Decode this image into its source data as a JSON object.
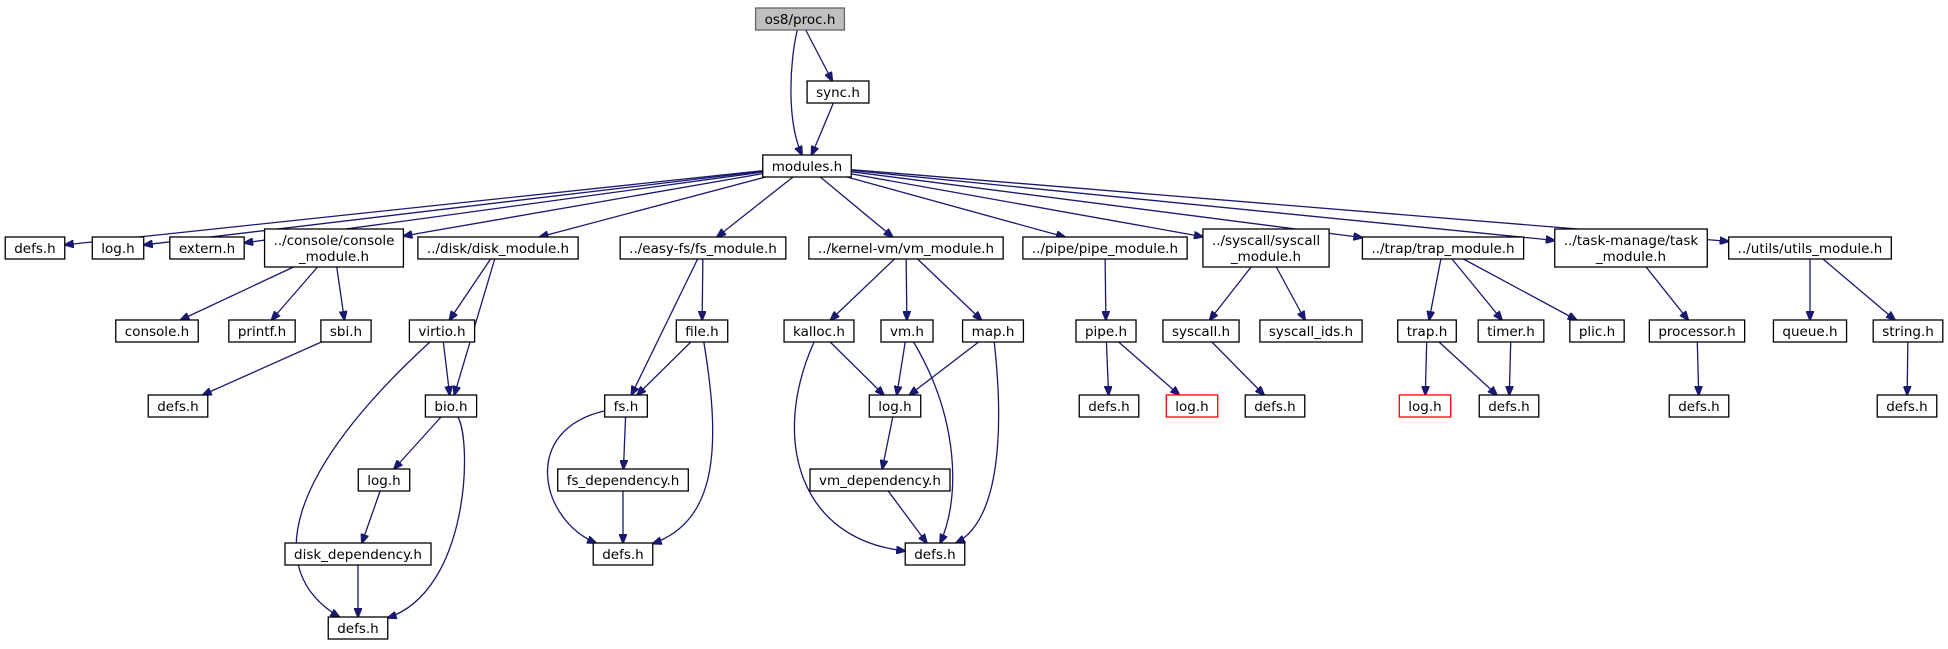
{
  "colors": {
    "edge": "#191970",
    "root_fill": "#bfbfbf",
    "missing_border": "#ff0000"
  },
  "nodes": [
    {
      "id": "proc",
      "lines": [
        "os8/proc.h"
      ],
      "style": "root"
    },
    {
      "id": "sync",
      "lines": [
        "sync.h"
      ]
    },
    {
      "id": "modules",
      "lines": [
        "modules.h"
      ]
    },
    {
      "id": "defs_a",
      "lines": [
        "defs.h"
      ]
    },
    {
      "id": "log_a",
      "lines": [
        "log.h"
      ]
    },
    {
      "id": "extern",
      "lines": [
        "extern.h"
      ]
    },
    {
      "id": "console_mod",
      "lines": [
        "../console/console",
        "_module.h"
      ]
    },
    {
      "id": "disk_mod",
      "lines": [
        "../disk/disk_module.h"
      ]
    },
    {
      "id": "fs_mod",
      "lines": [
        "../easy-fs/fs_module.h"
      ]
    },
    {
      "id": "vm_mod",
      "lines": [
        "../kernel-vm/vm_module.h"
      ]
    },
    {
      "id": "pipe_mod",
      "lines": [
        "../pipe/pipe_module.h"
      ]
    },
    {
      "id": "syscall_mod",
      "lines": [
        "../syscall/syscall",
        "_module.h"
      ]
    },
    {
      "id": "trap_mod",
      "lines": [
        "../trap/trap_module.h"
      ]
    },
    {
      "id": "task_mod",
      "lines": [
        "../task-manage/task",
        "_module.h"
      ]
    },
    {
      "id": "utils_mod",
      "lines": [
        "../utils/utils_module.h"
      ]
    },
    {
      "id": "console",
      "lines": [
        "console.h"
      ]
    },
    {
      "id": "printf",
      "lines": [
        "printf.h"
      ]
    },
    {
      "id": "sbi",
      "lines": [
        "sbi.h"
      ]
    },
    {
      "id": "defs_sbi",
      "lines": [
        "defs.h"
      ]
    },
    {
      "id": "virtio",
      "lines": [
        "virtio.h"
      ]
    },
    {
      "id": "bio",
      "lines": [
        "bio.h"
      ]
    },
    {
      "id": "log_bio",
      "lines": [
        "log.h"
      ]
    },
    {
      "id": "disk_dep",
      "lines": [
        "disk_dependency.h"
      ]
    },
    {
      "id": "defs_disk",
      "lines": [
        "defs.h"
      ]
    },
    {
      "id": "file",
      "lines": [
        "file.h"
      ]
    },
    {
      "id": "fs",
      "lines": [
        "fs.h"
      ]
    },
    {
      "id": "fs_dep",
      "lines": [
        "fs_dependency.h"
      ]
    },
    {
      "id": "defs_fs",
      "lines": [
        "defs.h"
      ]
    },
    {
      "id": "kalloc",
      "lines": [
        "kalloc.h"
      ]
    },
    {
      "id": "vmh",
      "lines": [
        "vm.h"
      ]
    },
    {
      "id": "map",
      "lines": [
        "map.h"
      ]
    },
    {
      "id": "log_vm",
      "lines": [
        "log.h"
      ]
    },
    {
      "id": "vm_dep",
      "lines": [
        "vm_dependency.h"
      ]
    },
    {
      "id": "defs_vm",
      "lines": [
        "defs.h"
      ]
    },
    {
      "id": "pipe",
      "lines": [
        "pipe.h"
      ]
    },
    {
      "id": "defs_pipe",
      "lines": [
        "defs.h"
      ]
    },
    {
      "id": "log_pipe",
      "lines": [
        "log.h"
      ],
      "style": "missing"
    },
    {
      "id": "syscall",
      "lines": [
        "syscall.h"
      ]
    },
    {
      "id": "syscall_ids",
      "lines": [
        "syscall_ids.h"
      ]
    },
    {
      "id": "defs_syscall",
      "lines": [
        "defs.h"
      ]
    },
    {
      "id": "trap",
      "lines": [
        "trap.h"
      ]
    },
    {
      "id": "timer",
      "lines": [
        "timer.h"
      ]
    },
    {
      "id": "plic",
      "lines": [
        "plic.h"
      ]
    },
    {
      "id": "log_trap",
      "lines": [
        "log.h"
      ],
      "style": "missing"
    },
    {
      "id": "defs_trap",
      "lines": [
        "defs.h"
      ]
    },
    {
      "id": "processor",
      "lines": [
        "processor.h"
      ]
    },
    {
      "id": "defs_proc",
      "lines": [
        "defs.h"
      ]
    },
    {
      "id": "queue",
      "lines": [
        "queue.h"
      ]
    },
    {
      "id": "string",
      "lines": [
        "string.h"
      ]
    },
    {
      "id": "defs_string",
      "lines": [
        "defs.h"
      ]
    }
  ],
  "edges": [
    [
      "proc",
      "sync"
    ],
    [
      "proc",
      "modules"
    ],
    [
      "sync",
      "modules"
    ],
    [
      "modules",
      "defs_a"
    ],
    [
      "modules",
      "log_a"
    ],
    [
      "modules",
      "extern"
    ],
    [
      "modules",
      "console_mod"
    ],
    [
      "modules",
      "disk_mod"
    ],
    [
      "modules",
      "fs_mod"
    ],
    [
      "modules",
      "vm_mod"
    ],
    [
      "modules",
      "pipe_mod"
    ],
    [
      "modules",
      "syscall_mod"
    ],
    [
      "modules",
      "trap_mod"
    ],
    [
      "modules",
      "task_mod"
    ],
    [
      "modules",
      "utils_mod"
    ],
    [
      "console_mod",
      "console"
    ],
    [
      "console_mod",
      "printf"
    ],
    [
      "console_mod",
      "sbi"
    ],
    [
      "sbi",
      "defs_sbi"
    ],
    [
      "disk_mod",
      "virtio"
    ],
    [
      "disk_mod",
      "bio"
    ],
    [
      "virtio",
      "bio"
    ],
    [
      "virtio",
      "defs_disk"
    ],
    [
      "bio",
      "log_bio"
    ],
    [
      "bio",
      "defs_disk"
    ],
    [
      "log_bio",
      "disk_dep"
    ],
    [
      "disk_dep",
      "defs_disk"
    ],
    [
      "fs_mod",
      "file"
    ],
    [
      "fs_mod",
      "fs"
    ],
    [
      "file",
      "fs"
    ],
    [
      "file",
      "defs_fs"
    ],
    [
      "fs",
      "fs_dep"
    ],
    [
      "fs",
      "defs_fs"
    ],
    [
      "fs_dep",
      "defs_fs"
    ],
    [
      "vm_mod",
      "kalloc"
    ],
    [
      "vm_mod",
      "vmh"
    ],
    [
      "vm_mod",
      "map"
    ],
    [
      "kalloc",
      "log_vm"
    ],
    [
      "kalloc",
      "defs_vm"
    ],
    [
      "vmh",
      "log_vm"
    ],
    [
      "vmh",
      "defs_vm"
    ],
    [
      "map",
      "log_vm"
    ],
    [
      "map",
      "defs_vm"
    ],
    [
      "log_vm",
      "vm_dep"
    ],
    [
      "vm_dep",
      "defs_vm"
    ],
    [
      "pipe_mod",
      "pipe"
    ],
    [
      "pipe",
      "defs_pipe"
    ],
    [
      "pipe",
      "log_pipe"
    ],
    [
      "syscall_mod",
      "syscall"
    ],
    [
      "syscall_mod",
      "syscall_ids"
    ],
    [
      "syscall",
      "defs_syscall"
    ],
    [
      "trap_mod",
      "trap"
    ],
    [
      "trap_mod",
      "timer"
    ],
    [
      "trap_mod",
      "plic"
    ],
    [
      "trap",
      "log_trap"
    ],
    [
      "trap",
      "defs_trap"
    ],
    [
      "timer",
      "defs_trap"
    ],
    [
      "task_mod",
      "processor"
    ],
    [
      "processor",
      "defs_proc"
    ],
    [
      "utils_mod",
      "queue"
    ],
    [
      "utils_mod",
      "string"
    ],
    [
      "string",
      "defs_string"
    ]
  ]
}
